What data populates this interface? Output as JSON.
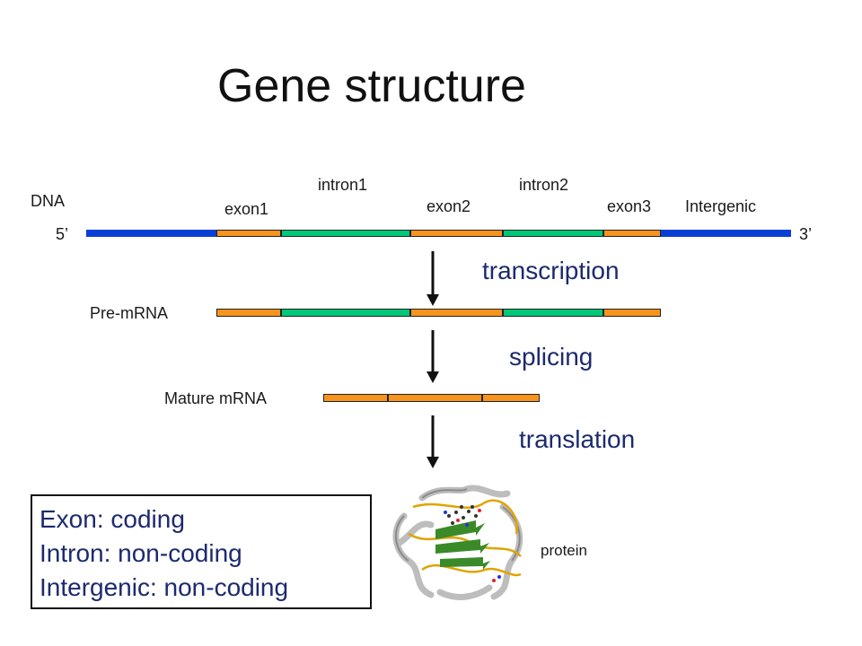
{
  "title": "Gene structure",
  "dna": {
    "label": "DNA",
    "five_prime": "5’",
    "three_prime": "3’",
    "labels": {
      "exon1": "exon1",
      "intron1": "intron1",
      "exon2": "exon2",
      "intron2": "intron2",
      "exon3": "exon3",
      "intergenic": "Intergenic"
    }
  },
  "steps": {
    "transcription": "transcription",
    "splicing": "splicing",
    "translation": "translation"
  },
  "pre_mrna_label": "Pre-mRNA",
  "mature_mrna_label": "Mature mRNA",
  "protein_label": "protein",
  "legend": {
    "exon": "Exon: coding",
    "intron": "Intron: non-coding",
    "intergenic": "Intergenic: non-coding"
  },
  "colors": {
    "exon": "#f7941e",
    "intron": "#00c878",
    "intergenic": "#0a3fd6",
    "step_text": "#1c2a6e"
  }
}
